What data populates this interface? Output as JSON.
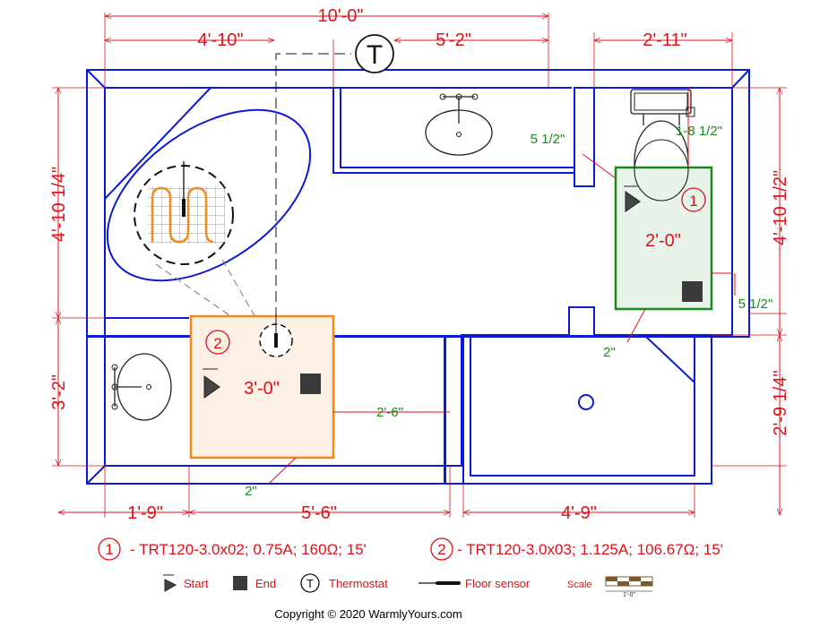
{
  "dimensions": {
    "top_total": "10'-0\"",
    "top_left": "4'-10\"",
    "top_mid": "5'-2\"",
    "top_right": "2'-11\"",
    "left_upper": "4'-10 1/4\"",
    "left_lower": "3'-2\"",
    "right_upper": "4'-10 1/2\"",
    "right_lower": "2'-9 1/4\"",
    "bottom_left": "1'-9\"",
    "bottom_mid": "5'-6\"",
    "bottom_right": "4'-9\""
  },
  "offsets": {
    "five_half_top": "5 1/2\"",
    "one_eight_half": "1-8 1/2\"",
    "five_half_right": "5 1/2\"",
    "two_in_green": "2\"",
    "two_six": "2'-6\"",
    "two_in_orange": "2\""
  },
  "mats": {
    "mat1": {
      "number": "1",
      "size": "2'-0\""
    },
    "mat2": {
      "number": "2",
      "size": "3'-0\""
    }
  },
  "thermostat_label": "T",
  "legend": {
    "item1_num": "1",
    "item1_text": "- TRT120-3.0x02; 0.75A; 160Ω; 15'",
    "item2_num": "2",
    "item2_text": "- TRT120-3.0x03; 1.125A; 106.67Ω; 15'",
    "start": "Start",
    "end": "End",
    "thermostat_sym": "T",
    "thermostat": "Thermostat",
    "floor_sensor": "Floor sensor",
    "scale": "Scale",
    "scale_unit": "1'-0\""
  },
  "copyright": "Copyright © 2020 WarmlyYours.com",
  "colors": {
    "wall": "#0a1ad6",
    "dimension": "#e0101a",
    "offset": "#1a8a1a",
    "mat1_stroke": "#1a8a1a",
    "mat1_fill": "#e8f3ea",
    "mat2_stroke": "#f08a1c",
    "mat2_fill": "#fcefe4"
  }
}
